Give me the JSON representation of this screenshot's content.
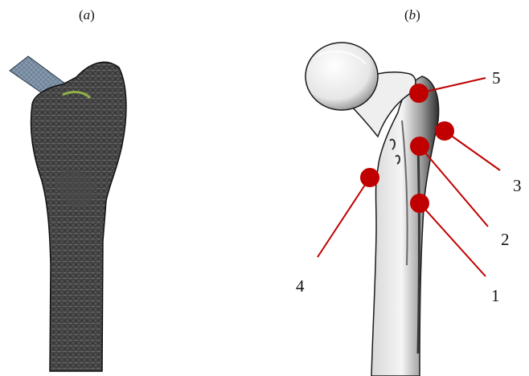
{
  "panels": {
    "a": {
      "label_open": "(",
      "label_letter": "a",
      "label_close": ")"
    },
    "b": {
      "label_open": "(",
      "label_letter": "b",
      "label_close": ")"
    }
  },
  "markers": [
    {
      "id": "1",
      "label": "1"
    },
    {
      "id": "2",
      "label": "2"
    },
    {
      "id": "3",
      "label": "3"
    },
    {
      "id": "4",
      "label": "4"
    },
    {
      "id": "5",
      "label": "5"
    }
  ],
  "colors": {
    "marker": "#c00000",
    "mesh": "#3a3a3a",
    "rod": "#7f93a8",
    "bone_shade": "#bdbdbd"
  }
}
